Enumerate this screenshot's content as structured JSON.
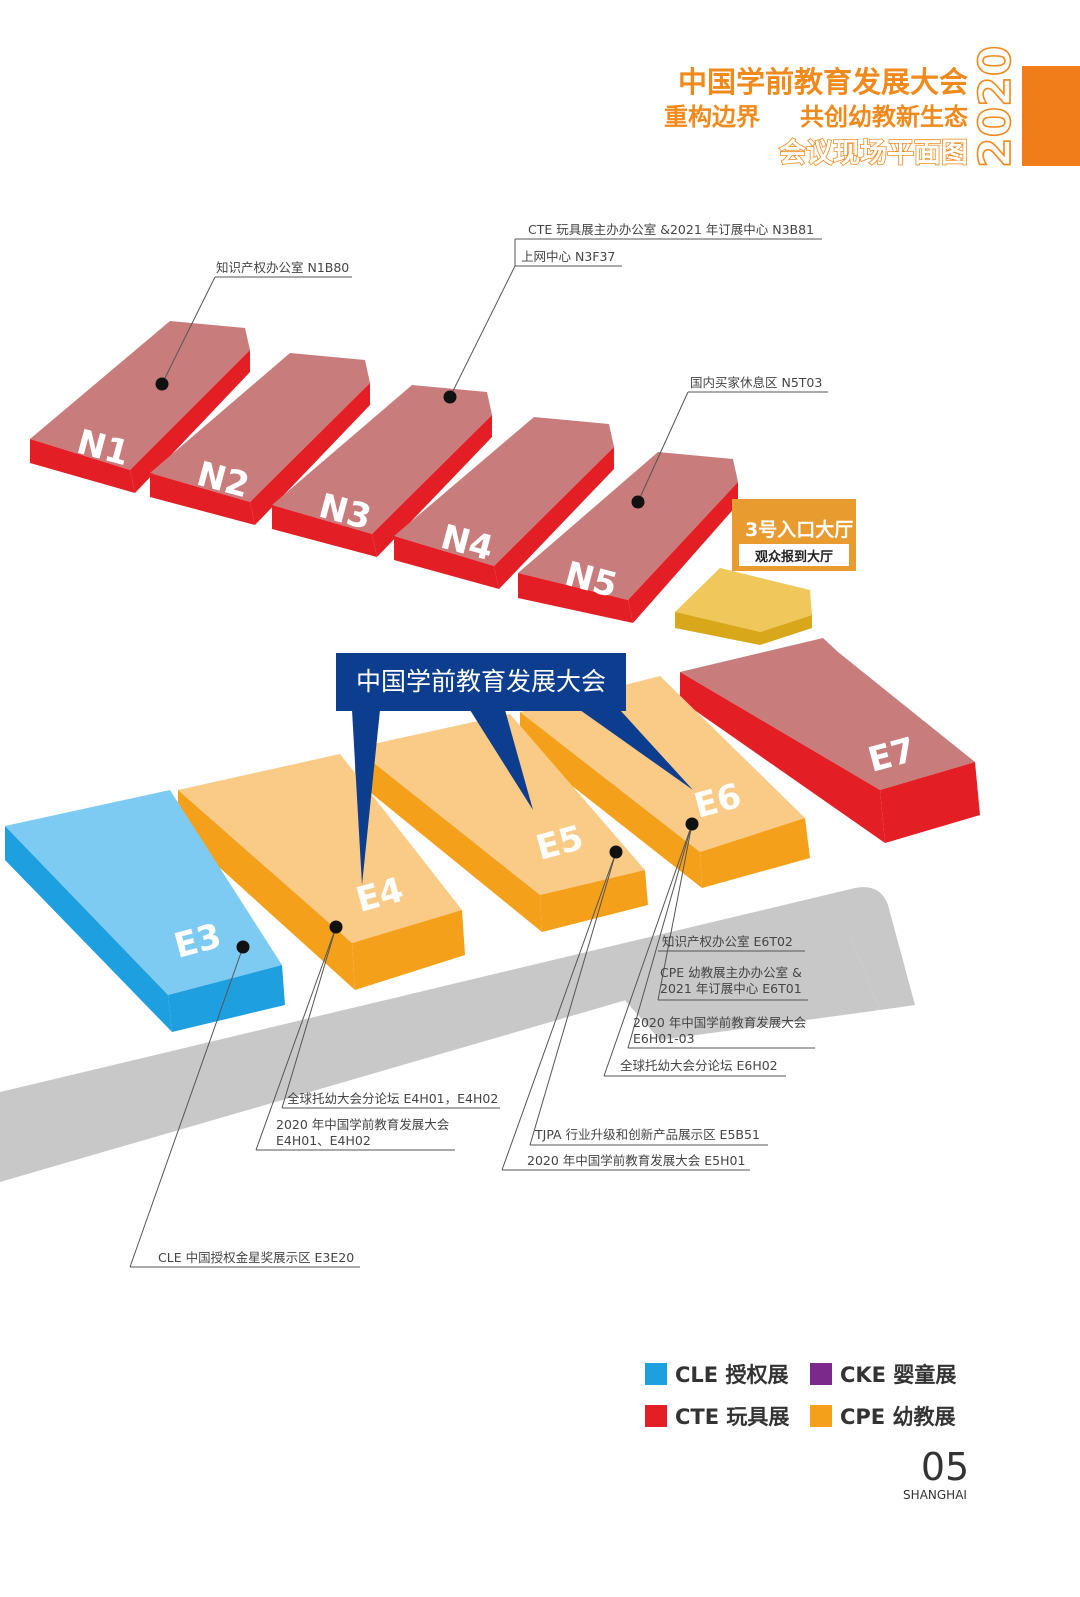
{
  "header": {
    "title": "中国学前教育发展大会",
    "slogan_part1": "重构边界",
    "slogan_part2": "共创幼教新生态",
    "subtitle": "会议现场平面图",
    "year": "2020"
  },
  "colors": {
    "accent": "#f07d1a",
    "cle": "#1ea0e0",
    "cte": "#e31e24",
    "cke": "#7b2a8c",
    "cpe": "#f5a01a",
    "conference": "#0d3d8e",
    "entrance": "#e89b2e",
    "road": "#c8c8c8"
  },
  "halls": [
    {
      "code": "N1"
    },
    {
      "code": "N2"
    },
    {
      "code": "N3"
    },
    {
      "code": "N4"
    },
    {
      "code": "N5"
    },
    {
      "code": "E3"
    },
    {
      "code": "E4"
    },
    {
      "code": "E5"
    },
    {
      "code": "E6"
    },
    {
      "code": "E7"
    }
  ],
  "entrance": {
    "title": "3号入口大厅",
    "subtitle": "观众报到大厅"
  },
  "conference_banner": "中国学前教育发展大会",
  "labels": {
    "n1_ip_office": "知识产权办公室 N1B80",
    "n3_cte_office": "CTE 玩具展主办办公室 &2021 年订展中心  N3B81",
    "n3_internet": "上网中心 N3F37",
    "n5_buyer_lounge": "国内买家休息区 N5T03",
    "e6_ip_office": "知识产权办公室  E6T02",
    "e6_cpe_office_line1": "CPE 幼教展主办办公室 &",
    "e6_cpe_office_line2": "2021  年订展中心  E6T01",
    "e6_conf_line1": "2020 年中国学前教育发展大会",
    "e6_conf_line2": "E6H01-03",
    "e6_forum": "全球托幼大会分论坛 E6H02",
    "e4_forum": "全球托幼大会分论坛 E4H01，E4H02",
    "e4_conf_line1": "2020 年中国学前教育发展大会",
    "e4_conf_line2": "E4H01、E4H02",
    "e5_tjpa": "TJPA 行业升级和创新产品展示区 E5B51",
    "e5_conf": "2020 年中国学前教育发展大会 E5H01",
    "e3_cle": "CLE 中国授权金星奖展示区 E3E20"
  },
  "legend": [
    {
      "label": "CLE 授权展",
      "color": "#1ea0e0"
    },
    {
      "label": "CKE 婴童展",
      "color": "#7b2a8c"
    },
    {
      "label": "CTE 玩具展",
      "color": "#e31e24"
    },
    {
      "label": "CPE 幼教展",
      "color": "#f5a01a"
    }
  ],
  "footer": {
    "page_number": "05",
    "city": "SHANGHAI"
  }
}
